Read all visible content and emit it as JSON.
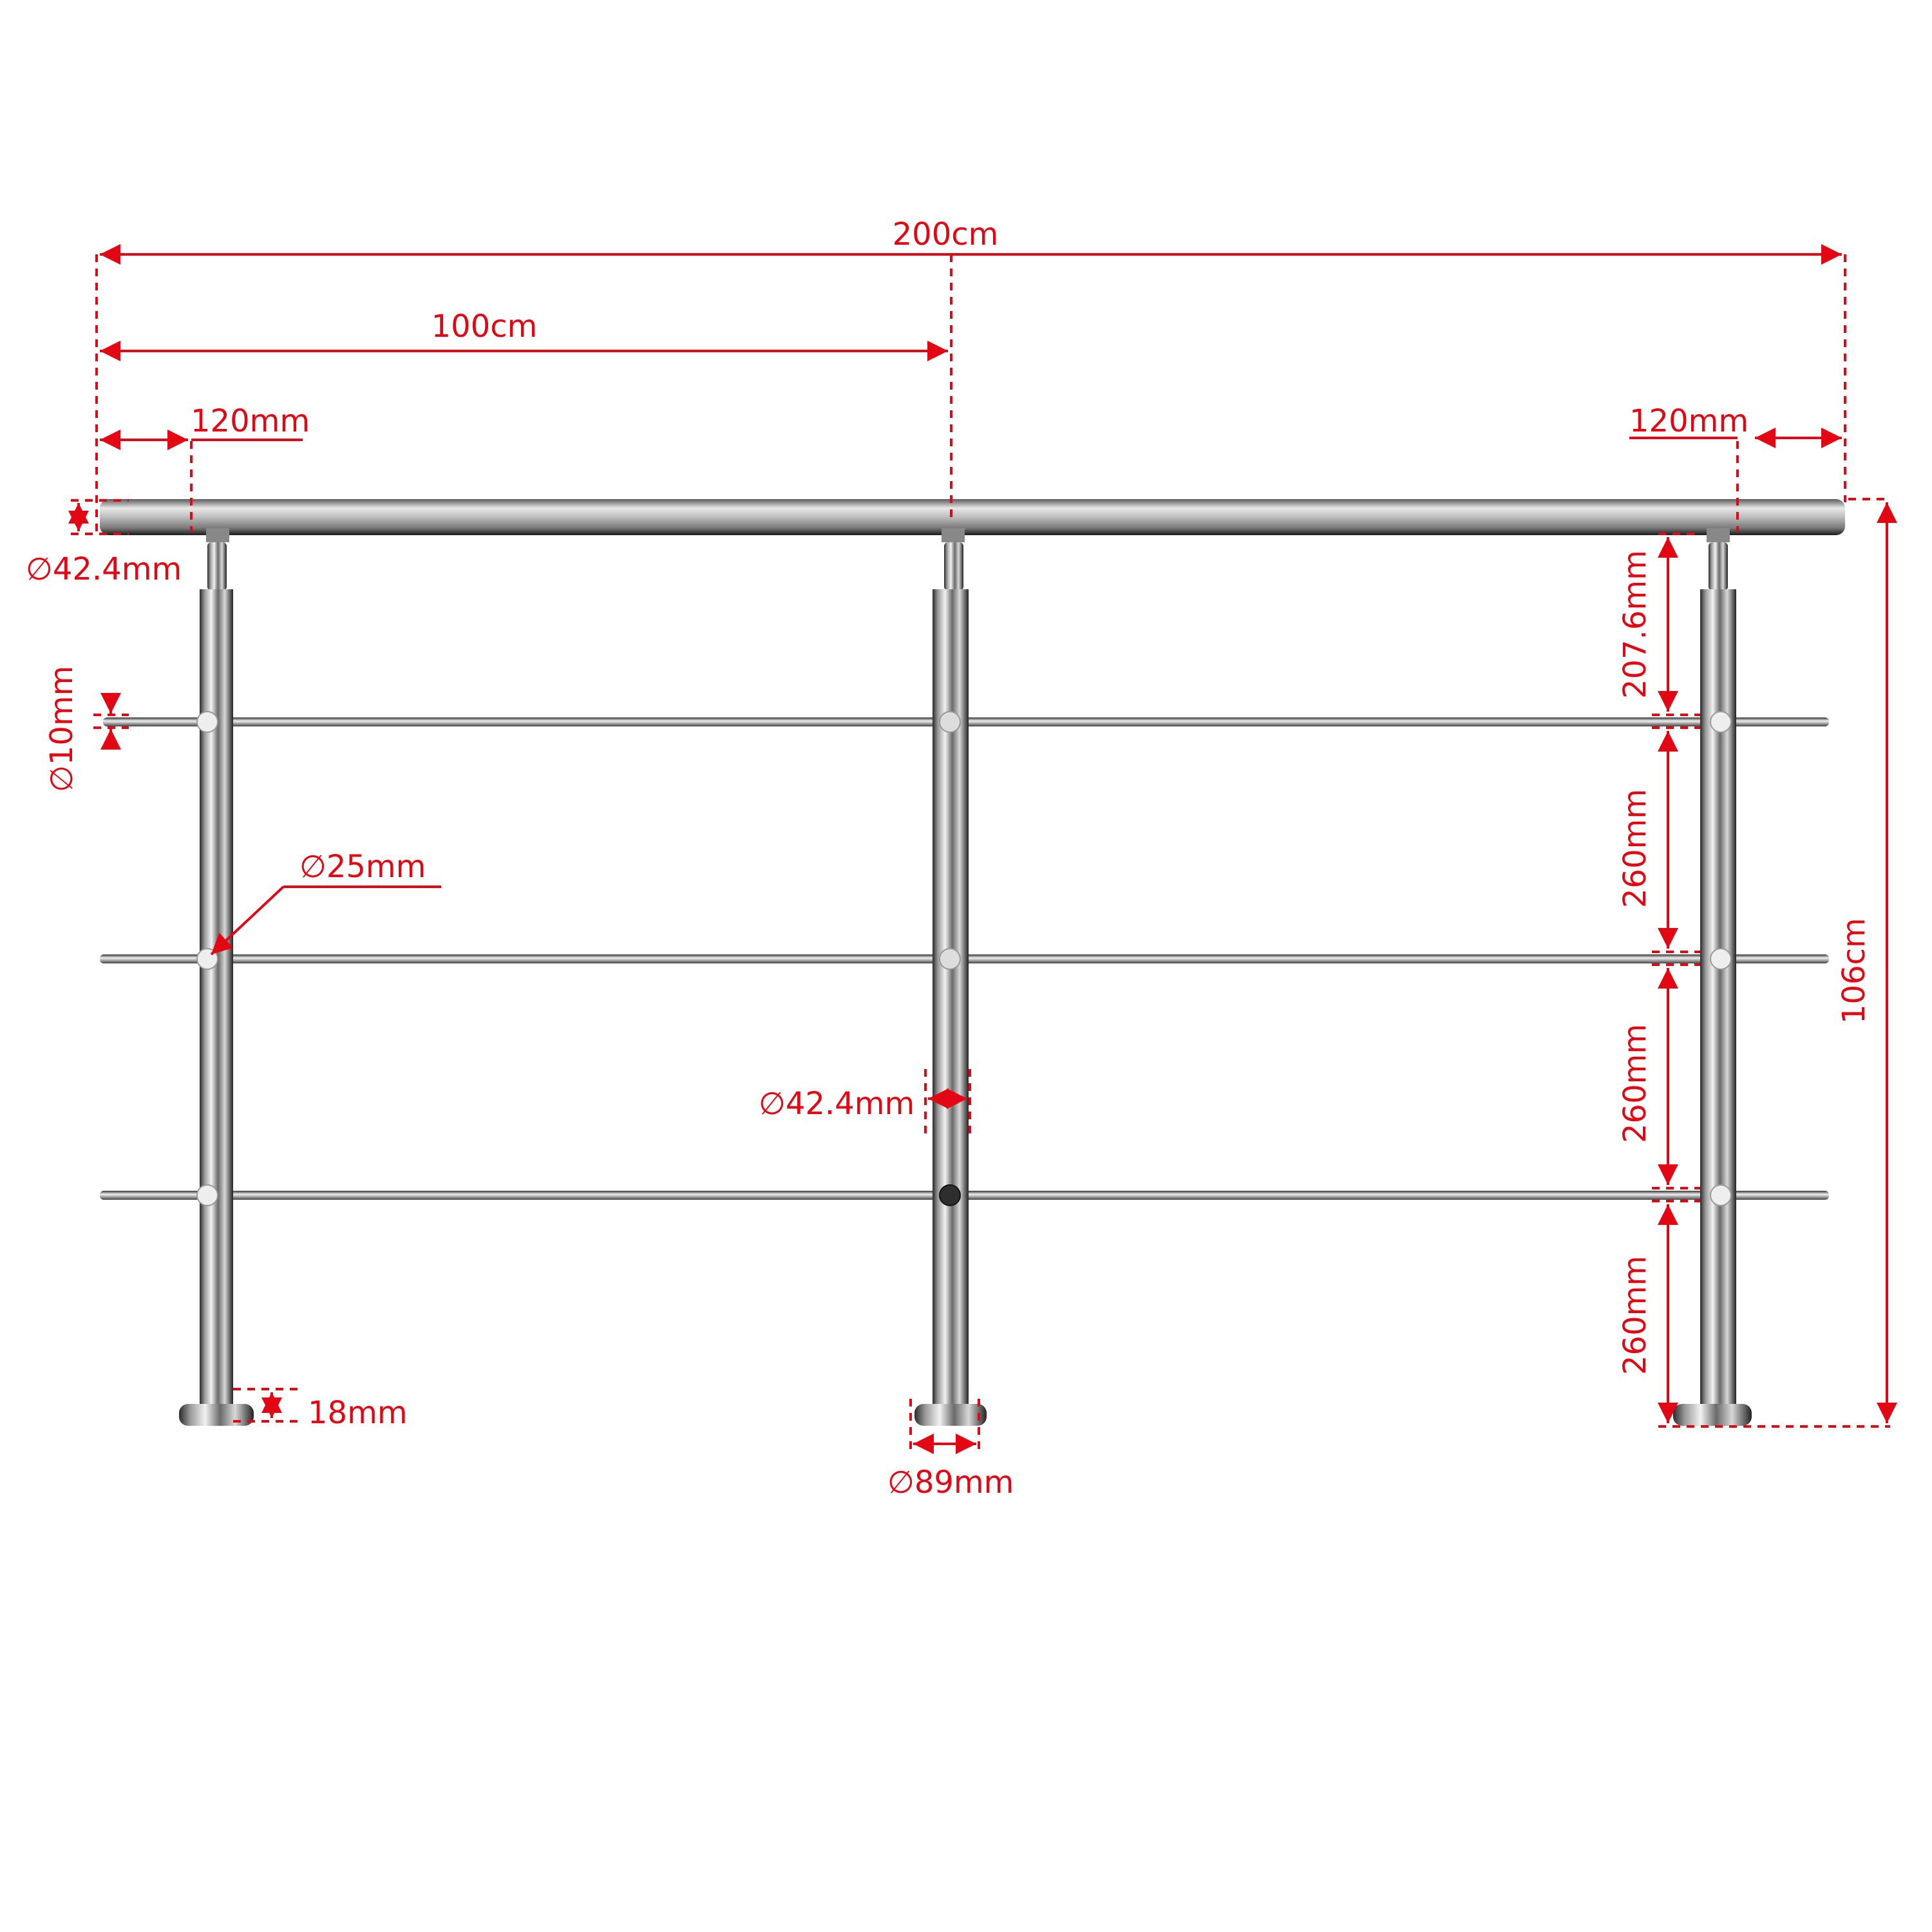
{
  "diagram": {
    "subject": "stainless steel railing with 3 cross bars",
    "accent_color": "#e30613",
    "dimensions": {
      "total_length": "200cm",
      "half_length": "100cm",
      "left_overhang": "120mm",
      "right_overhang": "120mm",
      "handrail_diameter": "∅42.4mm",
      "crossbar_diameter": "∅10mm",
      "crossbar_holder_diameter": "∅25mm",
      "post_diameter": "∅42.4mm",
      "base_plate_height": "18mm",
      "base_plate_diameter": "∅89mm",
      "top_gap": "207.6mm",
      "bar_spacing_1": "260mm",
      "bar_spacing_2": "260mm",
      "bottom_gap": "260mm",
      "total_height": "106cm"
    },
    "components": {
      "posts": 3,
      "crossbars": 3
    }
  }
}
